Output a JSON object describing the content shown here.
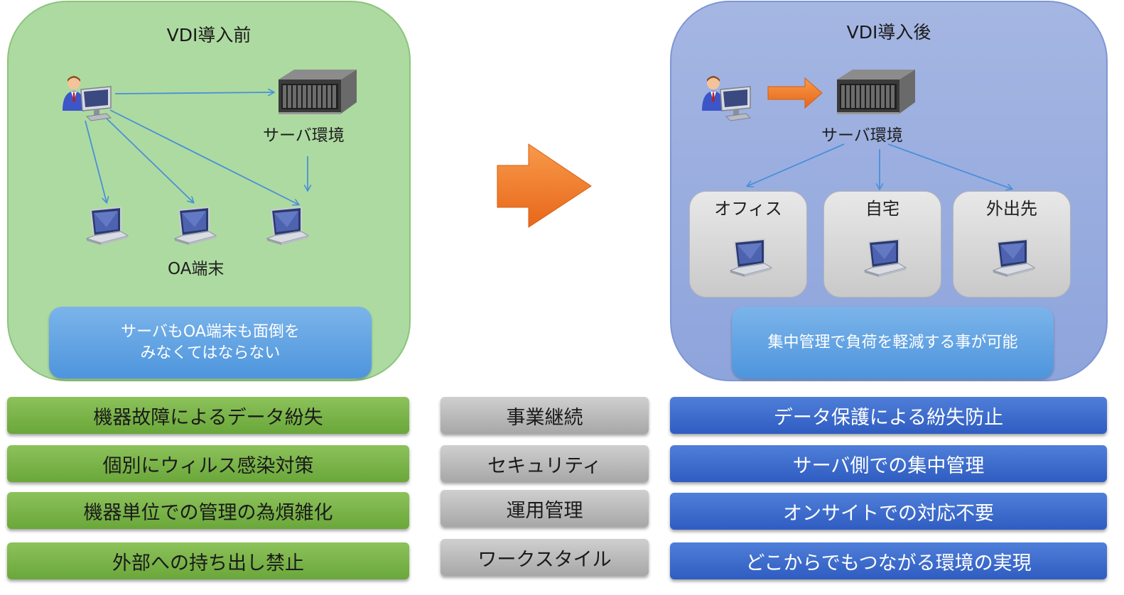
{
  "before": {
    "title": "VDI導入前",
    "server_label": "サーバ環境",
    "terminal_label": "OA端末",
    "note": "サーバもOA端末も面倒を\nみなくてはならない"
  },
  "after": {
    "title": "VDI導入後",
    "server_label": "サーバ環境",
    "locations": [
      "オフィス",
      "自宅",
      "外出先"
    ],
    "note": "集中管理で負荷を軽減する事が可能"
  },
  "comparison": [
    {
      "before": "機器故障によるデータ紛失",
      "category": "事業継続",
      "after": "データ保護による紛失防止"
    },
    {
      "before": "個別にウィルス感染対策",
      "category": "セキュリティ",
      "after": "サーバ側での集中管理"
    },
    {
      "before": "機器単位での管理の為煩雑化",
      "category": "運用管理",
      "after": "オンサイトでの対応不要"
    },
    {
      "before": "外部への持ち出し禁止",
      "category": "ワークスタイル",
      "after": "どこからでもつながる環境の実現"
    }
  ],
  "icons": [
    "user-at-pc-icon",
    "server-rack-icon",
    "laptop-icon",
    "right-arrow-icon"
  ],
  "colors": {
    "before_panel": "#addaa0",
    "after_panel": "#a5b6e2",
    "note_blue": "#5a9be0",
    "arrow_orange": "#f47b20",
    "connector_blue": "#4a90d9",
    "bar_green": "#7ab648",
    "bar_gray": "#bcbcbc",
    "bar_blue": "#3f6ed0"
  }
}
